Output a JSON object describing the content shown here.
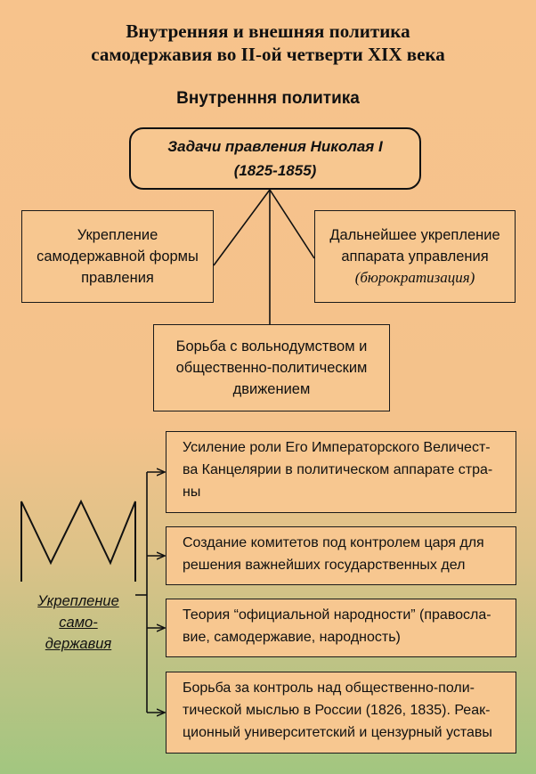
{
  "title": {
    "line1": "Внутренняя и внешняя политика",
    "line2": "самодержавия во II-ой четверти XIX века"
  },
  "subtitle": "Внутренння политика",
  "head": {
    "line1": "Задачи правления Николая I",
    "line2": "(1825-1855)"
  },
  "tasks": {
    "left": [
      "Укрепление",
      "самодержавной формы",
      "правления"
    ],
    "right": [
      "Дальнейшее укрепление",
      "аппарата управления",
      "(бюрократизация)"
    ],
    "bottom": [
      "Борьба с вольнодумством и",
      "общественно-политическим",
      "движением"
    ]
  },
  "crown_label": [
    "Укрепление",
    "само-",
    "державия"
  ],
  "measures": [
    [
      "Усиление роли Его Императорского Величест-",
      "ва Канцелярии в политическом аппарате стра-",
      "ны"
    ],
    [
      "Создание комитетов под контролем царя для",
      "решения важнейших государственных дел"
    ],
    [
      "Теория “официальной народности” (правосла-",
      "вие, самодержавие, народность)"
    ],
    [
      "Борьба за контроль над общественно-поли-",
      "тической мыслью в России (1826, 1835). Реак-",
      "ционный университетский и цензурный уставы"
    ]
  ]
}
